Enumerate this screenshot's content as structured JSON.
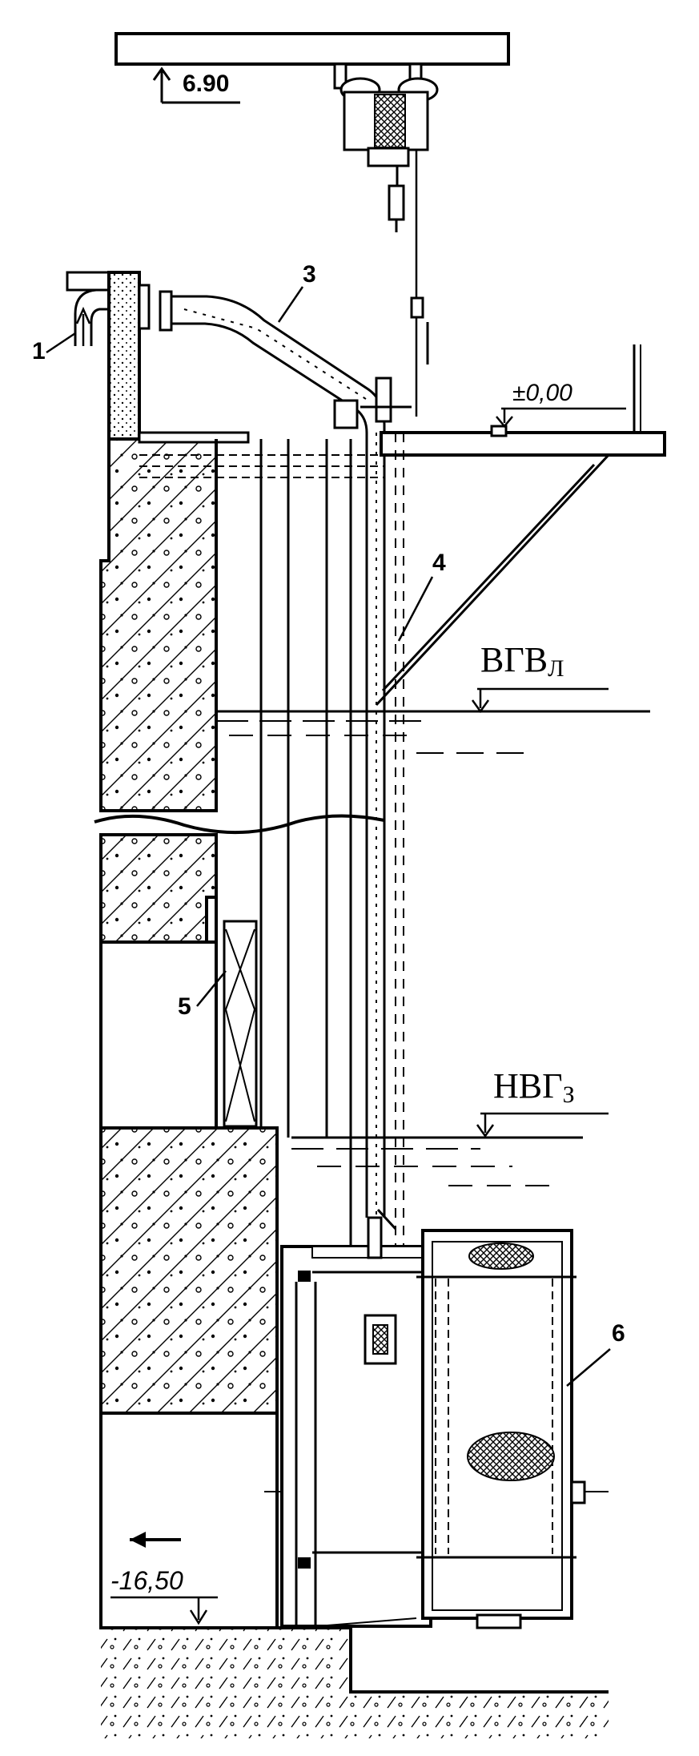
{
  "diagram": {
    "elevation_top": "6.90",
    "elevation_zero": "±0,00",
    "elevation_bottom": "-16,50",
    "level_high": "ВГВ",
    "level_high_sub": "Л",
    "level_low": "НВГ",
    "level_low_sub": "З",
    "labels": {
      "n1": "1",
      "n3": "3",
      "n4": "4",
      "n5": "5",
      "n6": "6"
    },
    "flow_arrow_icon": "arrow-left-icon",
    "level_marker_icon": "arrow-down-icon",
    "colors": {
      "ink": "#000000",
      "paper": "#ffffff"
    }
  }
}
